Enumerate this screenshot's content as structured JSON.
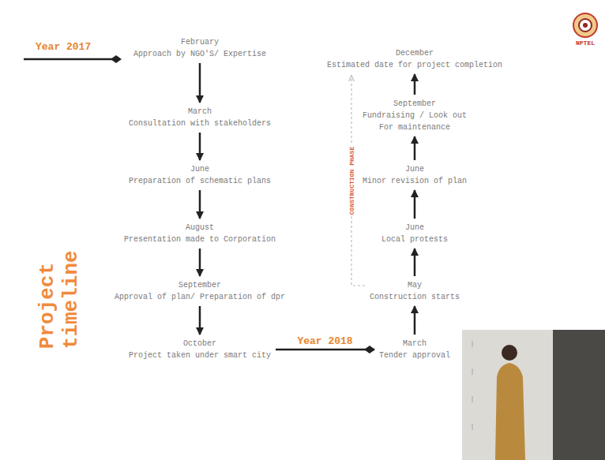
{
  "diagram": {
    "nodes": [
      {
        "text": [
          "February",
          "Approach by NGO'S/ Expertise"
        ]
      },
      {
        "text": [
          "March",
          "Consultation with stakeholders"
        ]
      },
      {
        "text": [
          "June",
          "Preparation of schematic plans"
        ]
      },
      {
        "text": [
          "August",
          "Presentation made to Corporation"
        ]
      },
      {
        "text": [
          "September",
          "Approval of plan/ Preparation of dpr"
        ]
      },
      {
        "text": [
          "October",
          "Project taken under smart city"
        ]
      },
      {
        "text": [
          "March",
          "Tender approval"
        ]
      },
      {
        "text": [
          "May",
          "Construction starts"
        ]
      },
      {
        "text": [
          "June",
          "Local protests"
        ]
      },
      {
        "text": [
          "June",
          "Minor revision of plan"
        ]
      },
      {
        "text": [
          "September",
          "Fundraising / Look out For maintenance"
        ]
      },
      {
        "text": [
          "December",
          "Estimated date for project completion"
        ]
      }
    ],
    "edges": [
      {
        "from": 0,
        "to": 1,
        "arrow": "to"
      },
      {
        "from": 1,
        "to": 2,
        "arrow": "to"
      },
      {
        "from": 2,
        "to": 3,
        "arrow": "to"
      },
      {
        "from": 3,
        "to": 4,
        "arrow": "to"
      },
      {
        "from": 4,
        "to": 5,
        "arrow": "to"
      },
      {
        "from": 5,
        "to": 6,
        "label": "Year 2018",
        "arrow": "to"
      },
      {
        "from": 6,
        "to": 7,
        "arrow": "to"
      },
      {
        "from": 7,
        "to": 8,
        "arrow": "to"
      },
      {
        "from": 8,
        "to": 9,
        "arrow": "to"
      },
      {
        "from": 9,
        "to": 10,
        "arrow": "to"
      },
      {
        "from": 10,
        "to": 11,
        "arrow": "to"
      },
      {
        "from": 7,
        "to": 11,
        "label": "CONSTRUCTION PHASE",
        "arrow": "to"
      }
    ],
    "labels": [
      "Year 2017",
      "Project timeline",
      "NPTEL"
    ]
  }
}
